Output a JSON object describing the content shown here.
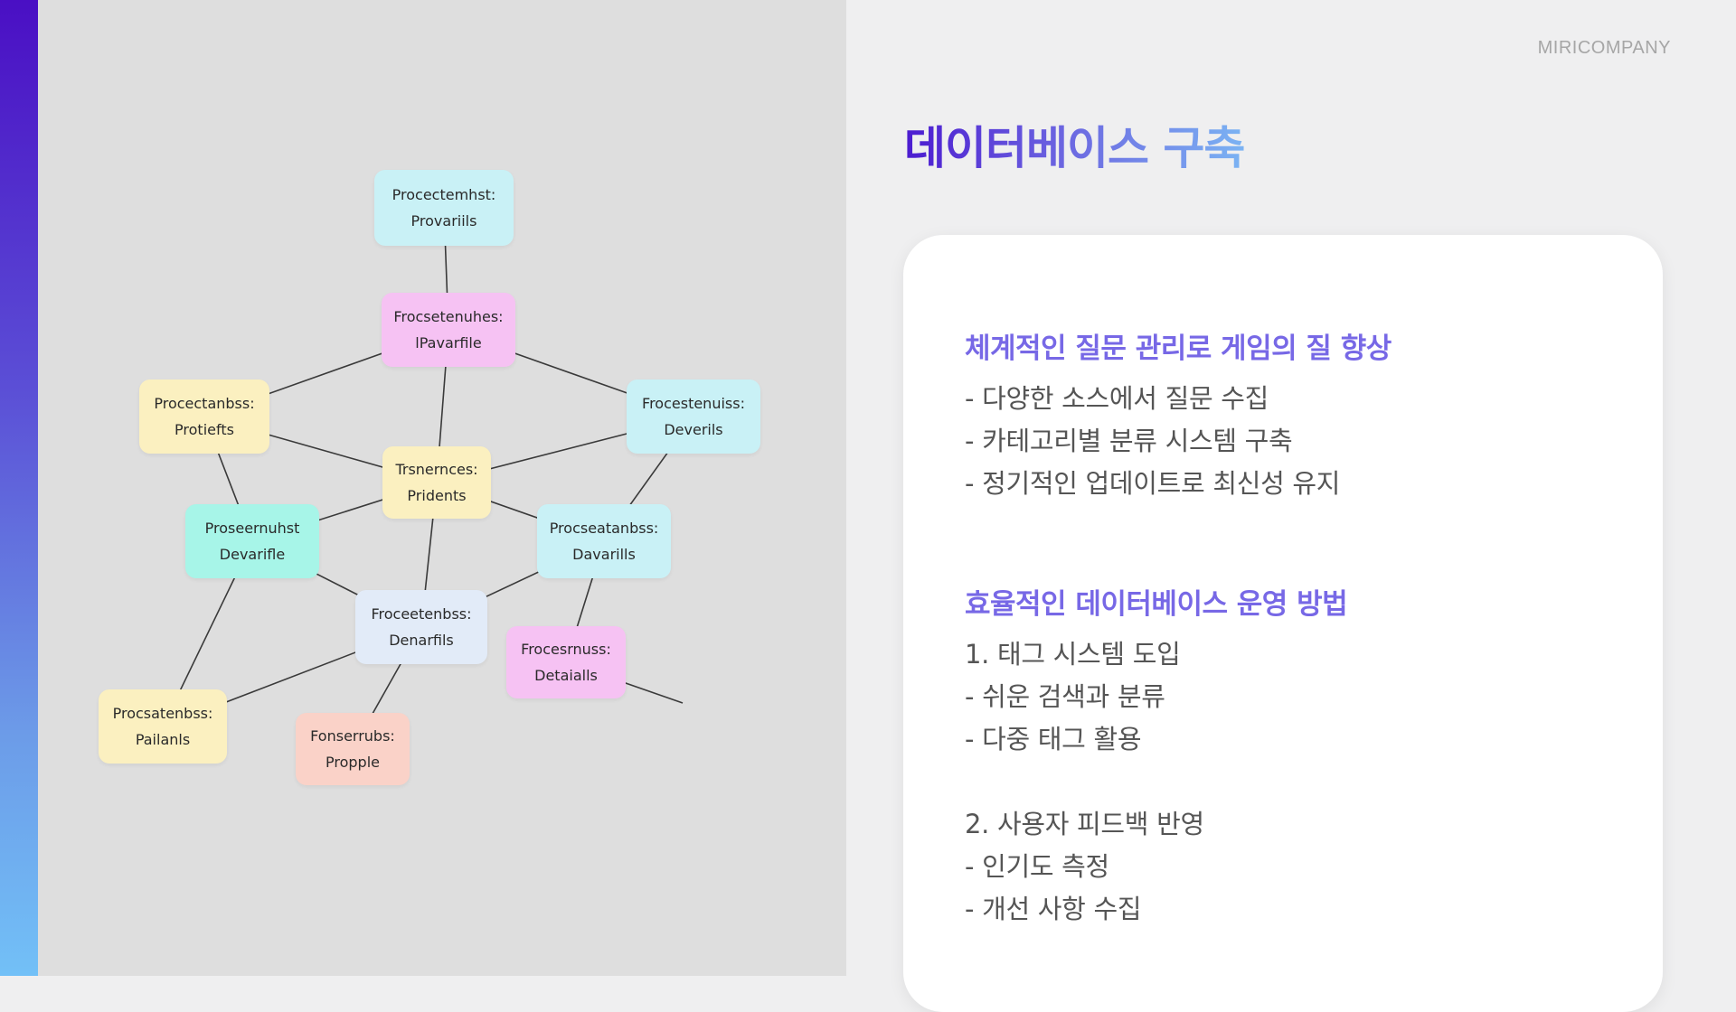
{
  "brand": "MIRICOMPANY",
  "title": "데이터베이스 구축",
  "colors": {
    "accent_gradient_top": "#4a0fc4",
    "accent_gradient_bottom": "#72c0f7",
    "section_title": "#7768e6",
    "body_text": "#555555"
  },
  "diagram": {
    "nodes": [
      {
        "id": "n1",
        "lines": [
          "Procectemhst:",
          "Provariils"
        ],
        "color": "#c9f1f6"
      },
      {
        "id": "n2",
        "lines": [
          "Frocsetenuhes:",
          "lPavarfile"
        ],
        "color": "#f6c2f3"
      },
      {
        "id": "n3",
        "lines": [
          "Procectanbss:",
          "Protiefts"
        ],
        "color": "#fbf0c0"
      },
      {
        "id": "n4",
        "lines": [
          "Frocestenuiss:",
          "Deverils"
        ],
        "color": "#c9f1f6"
      },
      {
        "id": "n5",
        "lines": [
          "Trsnernces:",
          "Pridents"
        ],
        "color": "#fbf0c0"
      },
      {
        "id": "n6",
        "lines": [
          "Proseernuhst",
          "Devarifle"
        ],
        "color": "#a7f5e8"
      },
      {
        "id": "n7",
        "lines": [
          "Procseatanbss:",
          "Davarills"
        ],
        "color": "#c9f1f6"
      },
      {
        "id": "n8",
        "lines": [
          "Froceetenbss:",
          "Denarfils"
        ],
        "color": "#e2ebf8"
      },
      {
        "id": "n9",
        "lines": [
          "Frocesrnuss:",
          "Detaialls"
        ],
        "color": "#f6c2f3"
      },
      {
        "id": "n10",
        "lines": [
          "Procsatenbss:",
          "Pailanls"
        ],
        "color": "#fbf0c0"
      },
      {
        "id": "n11",
        "lines": [
          "Fonserrubs:",
          "Propple"
        ],
        "color": "#fad2c8"
      }
    ],
    "edges": [
      [
        "n1",
        "n2"
      ],
      [
        "n2",
        "n3"
      ],
      [
        "n2",
        "n4"
      ],
      [
        "n2",
        "n5"
      ],
      [
        "n3",
        "n5"
      ],
      [
        "n3",
        "n6"
      ],
      [
        "n4",
        "n5"
      ],
      [
        "n4",
        "n7"
      ],
      [
        "n5",
        "n6"
      ],
      [
        "n5",
        "n7"
      ],
      [
        "n5",
        "n8"
      ],
      [
        "n6",
        "n8"
      ],
      [
        "n6",
        "n10"
      ],
      [
        "n7",
        "n8"
      ],
      [
        "n7",
        "n9"
      ],
      [
        "n8",
        "n10"
      ],
      [
        "n8",
        "n11"
      ],
      [
        "n9",
        "open-end"
      ]
    ]
  },
  "card": {
    "section1": {
      "title": "체계적인 질문 관리로 게임의 질 향상",
      "items": [
        "- 다양한 소스에서 질문 수집",
        "- 카테고리별 분류 시스템 구축",
        "- 정기적인 업데이트로 최신성 유지"
      ]
    },
    "section2": {
      "title": "효율적인 데이터베이스 운영 방법",
      "items": [
        "1. 태그 시스템 도입",
        "- 쉬운 검색과 분류",
        "- 다중 태그 활용",
        "",
        "2. 사용자 피드백 반영",
        "- 인기도 측정",
        "- 개선 사항 수집"
      ]
    }
  }
}
